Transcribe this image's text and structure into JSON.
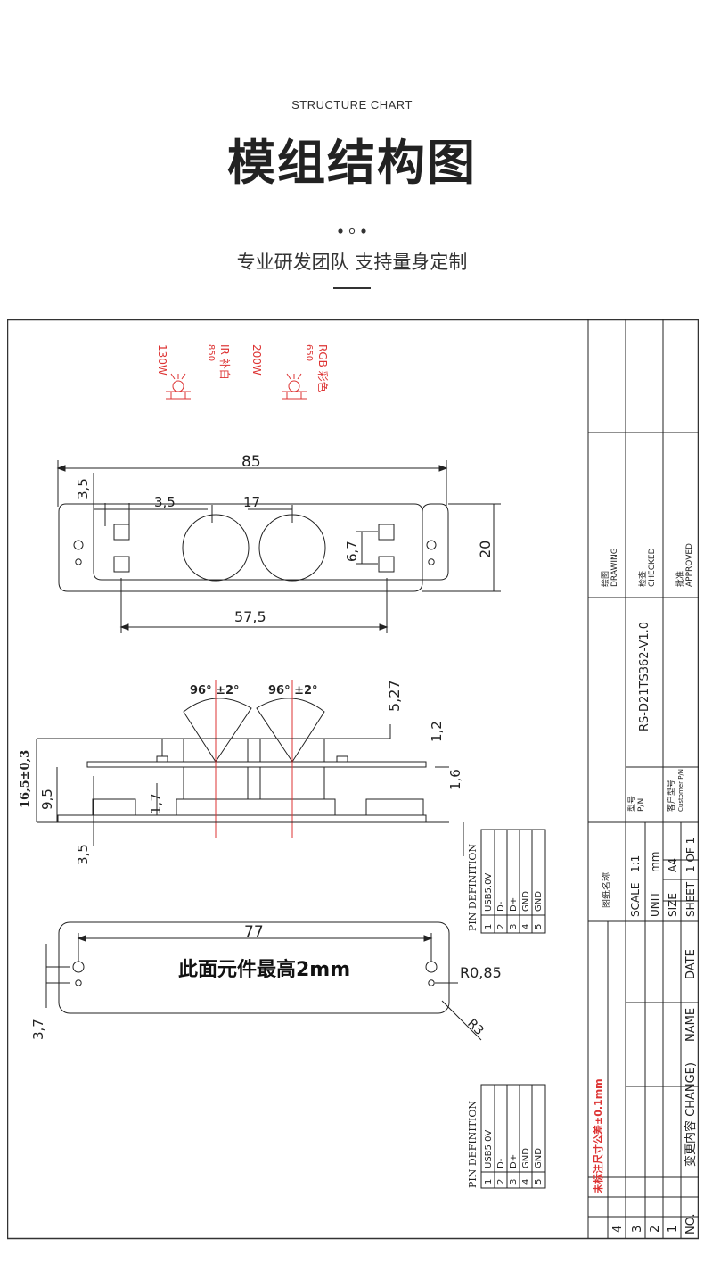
{
  "header": {
    "subtitle": "STRUCTURE CHART",
    "title": "模组结构图",
    "tagline": "专业研发团队 支持量身定制"
  },
  "drawing": {
    "leds": {
      "left_line1": "130W",
      "left_line2": "IR 补白",
      "left_line3": "850",
      "right_line1": "200W",
      "right_line2": "RGB 彩色",
      "right_line3": "650"
    },
    "top_view": {
      "width": "85",
      "edge": "3,5",
      "pad_offset": "3,5",
      "lens_pitch": "17",
      "pad_pitch": "6,7",
      "height": "20",
      "hole_span": "57,5"
    },
    "side_view": {
      "fov_left": "96° ±2°",
      "fov_right": "96° ±2°",
      "lens_height": "5,27",
      "board_thk": "1,2",
      "total_height": "16,5±0,3",
      "body_height": "9,5",
      "lower_gap": "1,7",
      "pcb_thk": "1,6",
      "base": "3,5"
    },
    "pin_table_1": {
      "title": "PIN DEFINITION",
      "pins": [
        "1",
        "2",
        "3",
        "4",
        "5"
      ],
      "names": [
        "USB5.0V",
        "D-",
        "D+",
        "GND",
        "GND"
      ]
    },
    "bottom_view": {
      "hole_span": "77",
      "note": "此面元件最高2mm",
      "radius": "R0,85",
      "corner": "R3",
      "edge": "3,7"
    },
    "pin_table_2": {
      "title": "PIN DEFINITION",
      "pins": [
        "1",
        "2",
        "3",
        "4",
        "5"
      ],
      "names": [
        "USB5.0V",
        "D-",
        "D+",
        "GND",
        "GND"
      ]
    },
    "title_block": {
      "drawing_label": "绘图",
      "drawing_label_en": "DRAWING",
      "checked_label": "检查",
      "checked_label_en": "CHECKED",
      "approved_label": "批准",
      "approved_label_en": "APPROVED",
      "part_no": "RS-D21TS362-V1.0",
      "model_label": "型号",
      "model_label_en": "P/N",
      "cust_label": "客户型号",
      "cust_label_en": "Customer P/N",
      "drawing_name": "图纸名称",
      "scale_label": "SCALE",
      "scale_value": "1:1",
      "unit_label": "UNIT",
      "unit_value": "mm",
      "size_label": "SIZE",
      "size_value": "A4",
      "sheet_label": "SHEET",
      "sheet_value": "1 OF 1",
      "tolerance_note": "未标注尺寸公差±0.1mm",
      "rev_no_label": "NO.",
      "rev_change_label": "变更内容 CHANGE)",
      "rev_name_label": "NAME",
      "rev_date_label": "DATE",
      "rev_rows": [
        "1",
        "2",
        "3",
        "4"
      ]
    }
  }
}
